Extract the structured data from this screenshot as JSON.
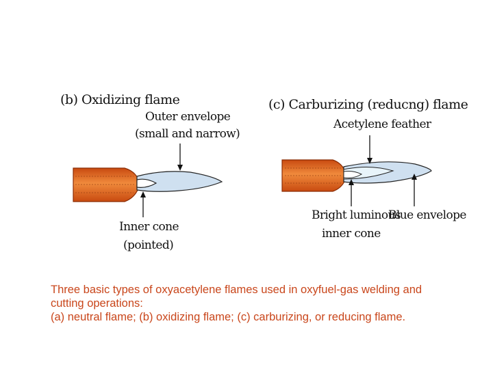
{
  "diagram": {
    "panel_b": {
      "title": "(b) Oxidizing  flame",
      "outer_label_1": "Outer  envelope",
      "outer_label_2": "(small  and  narrow)",
      "inner_label_1": "Inner  cone",
      "inner_label_2": "(pointed)"
    },
    "panel_c": {
      "title": "(c) Carburizing  (reducng)  flame",
      "feather_label": "Acetylene  feather",
      "bright_label_1": "Bright  luminous",
      "bright_label_2": "inner  cone",
      "blue_label": "Blue  envelope"
    },
    "colors": {
      "torch_dark": "#c84a10",
      "torch_light": "#f08a3c",
      "flame_outer": "#cfe0f0",
      "flame_inner": "#e8f4fa",
      "caption": "#c9461b"
    }
  },
  "caption": {
    "line1": "Three basic types of oxyacetylene flames used in oxyfuel-gas welding and",
    "line2": "cutting operations:",
    "line3": " (a) neutral flame;  (b) oxidizing flame; (c) carburizing, or reducing flame."
  }
}
